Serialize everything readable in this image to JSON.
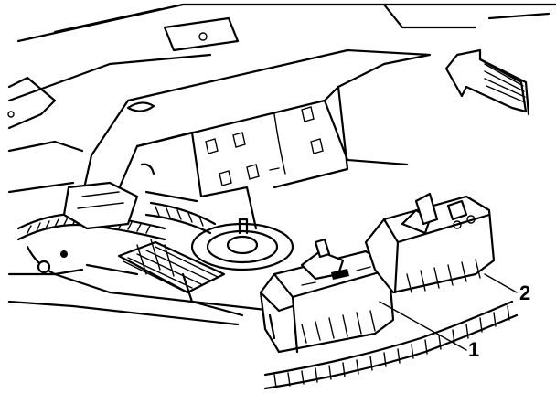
{
  "callouts": [
    {
      "label": "1",
      "part": "connector-module-1"
    },
    {
      "label": "2",
      "part": "connector-module-2"
    }
  ],
  "icons": {
    "direction": "forward-arrow-icon"
  },
  "colors": {
    "ink": "#000000",
    "paper": "#ffffff"
  }
}
